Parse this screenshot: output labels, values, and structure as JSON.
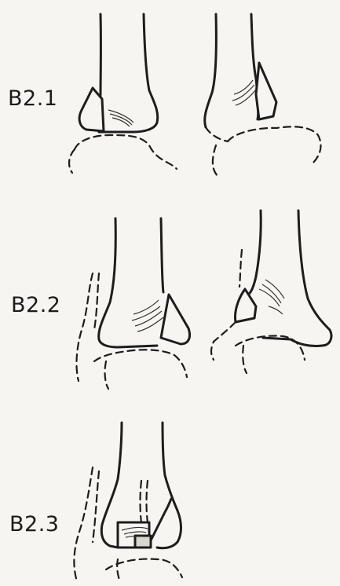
{
  "figure": {
    "labels": {
      "b21": "B2.1",
      "b22": "B2.2",
      "b23": "B2.3"
    }
  }
}
